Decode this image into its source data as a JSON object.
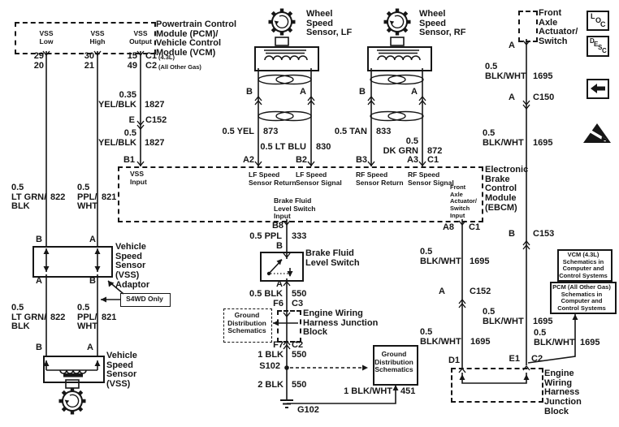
{
  "toolbar": {
    "loc": [
      "L",
      "O",
      "C"
    ],
    "desc": [
      "D",
      "E",
      "S",
      "C"
    ]
  },
  "pcm": {
    "name": "Powertrain Control\nModule (PCM)/\nVehicle Control\nModule (VCM)",
    "pin_low": "VSS\nLow",
    "pin_high": "VSS\nHigh",
    "pin_out": "VSS\nOutput",
    "n29": "29",
    "n20": "20",
    "n30": "30",
    "n21": "21",
    "n15": "15",
    "n49": "49",
    "c1": "C1",
    "c1_note": "(4.3L)",
    "c2": "C2",
    "c2_note": "(All Other Gas)"
  },
  "wires": {
    "w1827a": {
      "spec": "0.35\nYEL/BLK",
      "num": "1827"
    },
    "w1827b": {
      "spec": "0.5\nYEL/BLK",
      "num": "1827"
    },
    "w822": {
      "spec": "0.5\nLT GRN/\nBLK",
      "num": "822"
    },
    "w821": {
      "spec": "0.5\nPPL/\nWHT",
      "num": "821"
    },
    "w873": {
      "spec": "0.5 YEL",
      "num": "873"
    },
    "w830": {
      "spec": "0.5 LT BLU",
      "num": "830"
    },
    "w833": {
      "spec": "0.5 TAN",
      "num": "833"
    },
    "w872": {
      "spec": "0.5\nDK GRN",
      "num": "872"
    },
    "w333": {
      "spec": "0.5 PPL",
      "num": "333"
    },
    "w550a": {
      "spec": "0.5 BLK",
      "num": "550"
    },
    "w550b": {
      "spec": "1 BLK",
      "num": "550"
    },
    "w550c": {
      "spec": "2 BLK",
      "num": "550"
    },
    "w451": {
      "spec": "1 BLK/WHT",
      "num": "451"
    },
    "w1695": {
      "spec": "0.5\nBLK/WHT",
      "num": "1695"
    }
  },
  "connectors": {
    "e_c152": {
      "term": "E",
      "name": "C152"
    },
    "a_c150": {
      "term": "A",
      "name": "C150"
    },
    "b_c153": {
      "term": "B",
      "name": "C153"
    },
    "a_c152": {
      "term": "A",
      "name": "C152"
    },
    "f6_c3": {
      "term": "F6",
      "name": "C3"
    },
    "f7_c2": {
      "term": "F7",
      "name": "C2"
    },
    "b1": "B1",
    "a2": "A2",
    "b2": "B2",
    "b3": "B3",
    "a3": "A3",
    "a3_conn": "C1",
    "b8": "B8",
    "a8": "A8",
    "a8_conn": "C1",
    "d1": "D1",
    "e1": "E1",
    "e1_conn": "C2",
    "s102": "S102",
    "g102": "G102"
  },
  "components": {
    "wss_lf": {
      "name": "Wheel\nSpeed\nSensor, LF",
      "b": "B",
      "a": "A"
    },
    "wss_rf": {
      "name": "Wheel\nSpeed\nSensor, RF",
      "b": "B",
      "a": "A"
    },
    "front_axle": {
      "name": "Front\nAxle\nActuator/\nSwitch",
      "a": "A"
    },
    "adaptor": {
      "name": "Vehicle\nSpeed\nSensor\n(VSS)\nAdaptor",
      "tb": "B",
      "ta": "A",
      "ba": "A",
      "bb": "B"
    },
    "vss": {
      "name": "Vehicle\nSpeed\nSensor\n(VSS)",
      "b": "B",
      "a": "A"
    },
    "bfls": {
      "name": "Brake Fluid\nLevel Switch",
      "b": "B",
      "a": "A"
    },
    "s4wd": "S4WD Only",
    "ewhjb_mid": "Engine Wiring\nHarness Junction\nBlock",
    "ewhjb_right": "Engine\nWiring\nHarness\nJunction\nBlock"
  },
  "ebcm": {
    "name": "Electronic\nBrake\nControl\nModule\n(EBCM)",
    "vss_input": "VSS\nInput",
    "lf_return": "LF Speed\nSensor Return",
    "lf_signal": "LF Speed\nSensor Signal",
    "rf_return": "RF Speed\nSensor Return",
    "rf_signal": "RF Speed\nSensor Signal",
    "bfls_input": "Brake Fluid\nLevel Switch\nInput",
    "fa_input": "Front\nAxle\nActuator/\nSwitch\nInput"
  },
  "references": {
    "gnd_dist_dashed": "Ground\nDistribution\nSchematics",
    "gnd_dist_solid": "Ground\nDistribution\nSchematics",
    "vcm_ref": "VCM (4.3L)\nSchematics in\nComputer and\nControl Systems",
    "pcm_ref": "PCM (All Other Gas)\nSchematics in\nComputer and\nControl Systems"
  }
}
